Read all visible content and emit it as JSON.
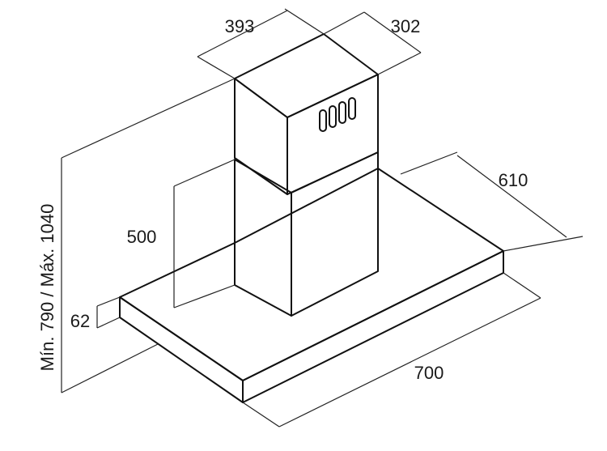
{
  "dimensions": {
    "chimney_width": "393",
    "chimney_depth": "302",
    "hood_depth": "610",
    "chimney_lower_height": "500",
    "total_height": "Mín. 790 / Máx. 1040",
    "hood_thickness": "62",
    "hood_width": "700"
  },
  "colors": {
    "line": "#111111",
    "background": "#ffffff"
  }
}
